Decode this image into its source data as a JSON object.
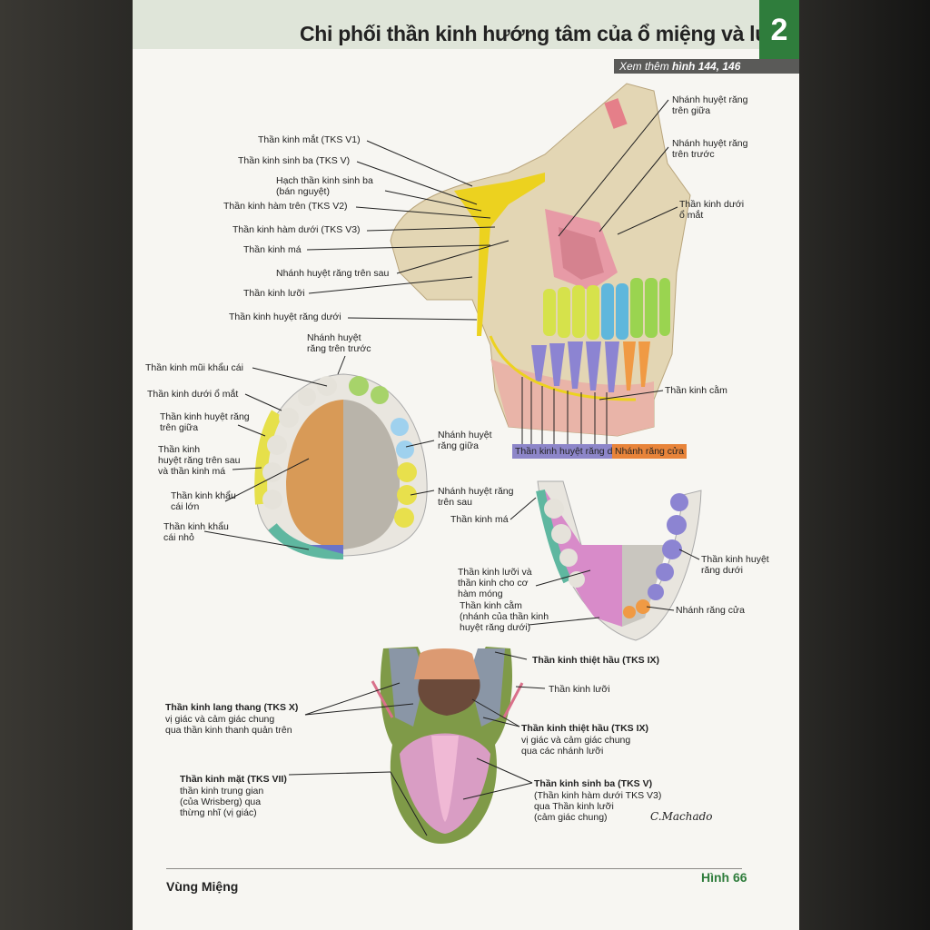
{
  "header": {
    "title": "Chi phối thần kinh hướng tâm của ổ miệng và lưỡi",
    "chapter": "2",
    "see_also_prefix": "Xem thêm ",
    "see_also_refs": "hình 144, 146"
  },
  "skull_labels_left": [
    "Thần kinh mắt (TKS V1)",
    "Thần kinh sinh ba (TKS V)",
    "Hạch thần kinh sinh ba\n(bán nguyệt)",
    "Thần kinh hàm trên (TKS V2)",
    "Thần kinh hàm dưới (TKS V3)",
    "Thần kinh má",
    "Nhánh huyệt răng trên sau",
    "Thần kinh lưỡi",
    "Thần kinh huyệt răng dưới"
  ],
  "skull_labels_right": [
    "Nhánh huyệt răng\ntrên giữa",
    "Nhánh huyệt răng\ntrên trước",
    "Thần kinh dưới\nổ mắt",
    "Thần kinh cằm"
  ],
  "legend": {
    "inferior_alveolar": "Thần kinh huyệt răng dưới",
    "incisive": "Nhánh răng cửa"
  },
  "palate_labels_left": [
    "Thần kinh mũi khẩu cái",
    "Thần kinh dưới ổ mắt",
    "Thần kinh huyệt răng\ntrên giữa",
    "Thần kinh\nhuyệt răng trên sau\nvà thần kinh má",
    "Thần kinh khẩu\ncái lớn",
    "Thần kinh khẩu\ncái nhỏ"
  ],
  "palate_labels_right": [
    "Nhánh huyệt\nrăng trên trước",
    "Nhánh huyệt\nrăng giữa",
    "Nhánh huyệt răng\ntrên sau"
  ],
  "mandible_labels": [
    "Thần kinh má",
    "Thần kinh lưỡi và\nthần kinh cho cơ\nhàm móng",
    "Thần kinh cằm\n(nhánh của thần kinh\nhuyệt răng dưới)",
    "Thần kinh huyệt\nrăng dưới",
    "Nhánh răng cửa"
  ],
  "tongue_labels": {
    "glossopharyngeal_top": "Thần kinh thiệt hầu (TKS IX)",
    "lingual": "Thần kinh lưỡi",
    "vagus_title": "Thần kinh lang thang (TKS X)",
    "vagus_desc": "vị giác và cảm giác chung\nqua thần kinh thanh quản trên",
    "glosso_title": "Thần kinh thiệt hầu (TKS IX)",
    "glosso_desc": "vị giác và cảm giác chung\nqua các nhánh lưỡi",
    "facial_title": "Thần kinh mặt (TKS VII)",
    "facial_desc": "thần kinh trung gian\n(của Wrisberg) qua\nthừng nhĩ (vị giác)",
    "trigeminal_title": "Thần kinh sinh ba (TKS V)",
    "trigeminal_desc": "(Thần kinh hàm dưới TKS V3)\nqua Thần kinh lưỡi\n(cảm giác chung)"
  },
  "signature": "C.Machado",
  "footer": {
    "left": "Vùng Miệng",
    "right": "Hình 66"
  },
  "colors": {
    "chapter_green": "#2f7d3c",
    "nerve_yellow": "#e8d21c",
    "legend_purple": "#8d86c9",
    "legend_orange": "#e8843a"
  }
}
